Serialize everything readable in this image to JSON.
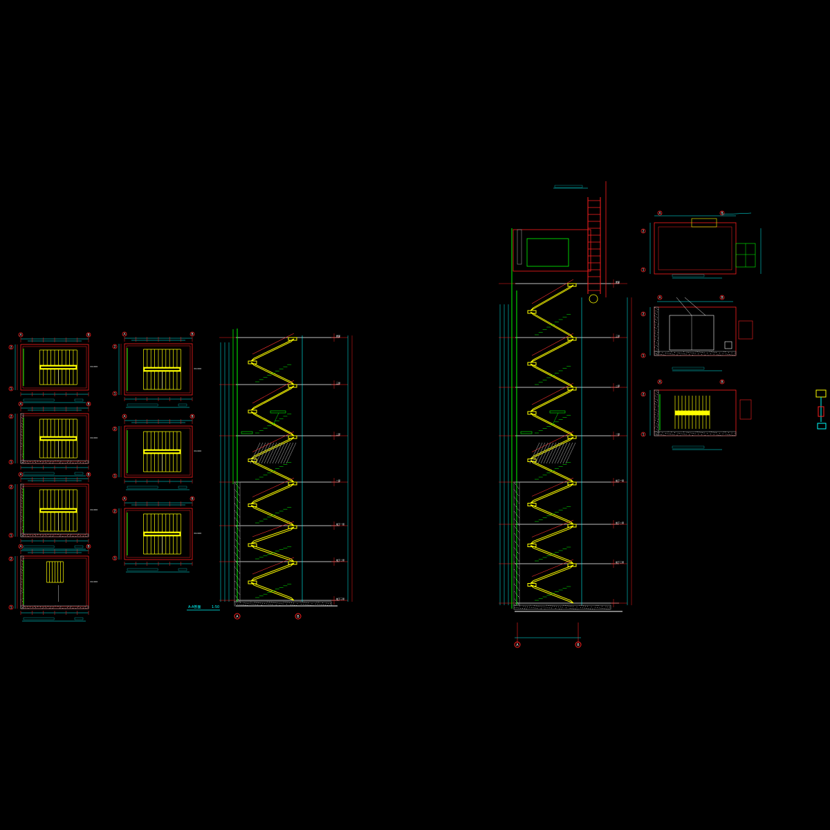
{
  "drawing": {
    "background": "#000000",
    "colors": {
      "wall": "#ff2020",
      "stair": "#ffff00",
      "dimension": "#00ffff",
      "annotation": "#00ff00",
      "detail": "#ffffff",
      "hatch": "#9a9a9a",
      "railing": "#ff3030"
    },
    "axis_labels": {
      "a": "A",
      "b": "B",
      "one": "1",
      "two": "2"
    },
    "section_title": "A-A剖面",
    "section_scale": "1:50",
    "level_text": "±0.000",
    "floor_tags": [
      "屋面",
      "三层",
      "二层",
      "一层",
      "地下一层",
      "地下二层",
      "地下三层"
    ]
  }
}
